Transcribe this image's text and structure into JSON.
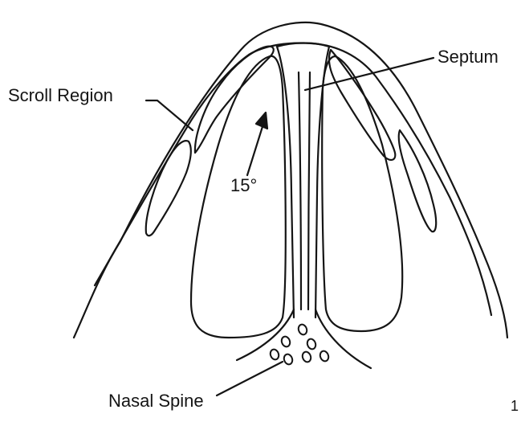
{
  "labels": {
    "scroll_region": "Scroll Region",
    "septum": "Septum",
    "angle": "15°",
    "nasal_spine": "Nasal Spine",
    "page_mark": "1"
  },
  "colors": {
    "line": "#151515",
    "background": "#ffffff"
  }
}
